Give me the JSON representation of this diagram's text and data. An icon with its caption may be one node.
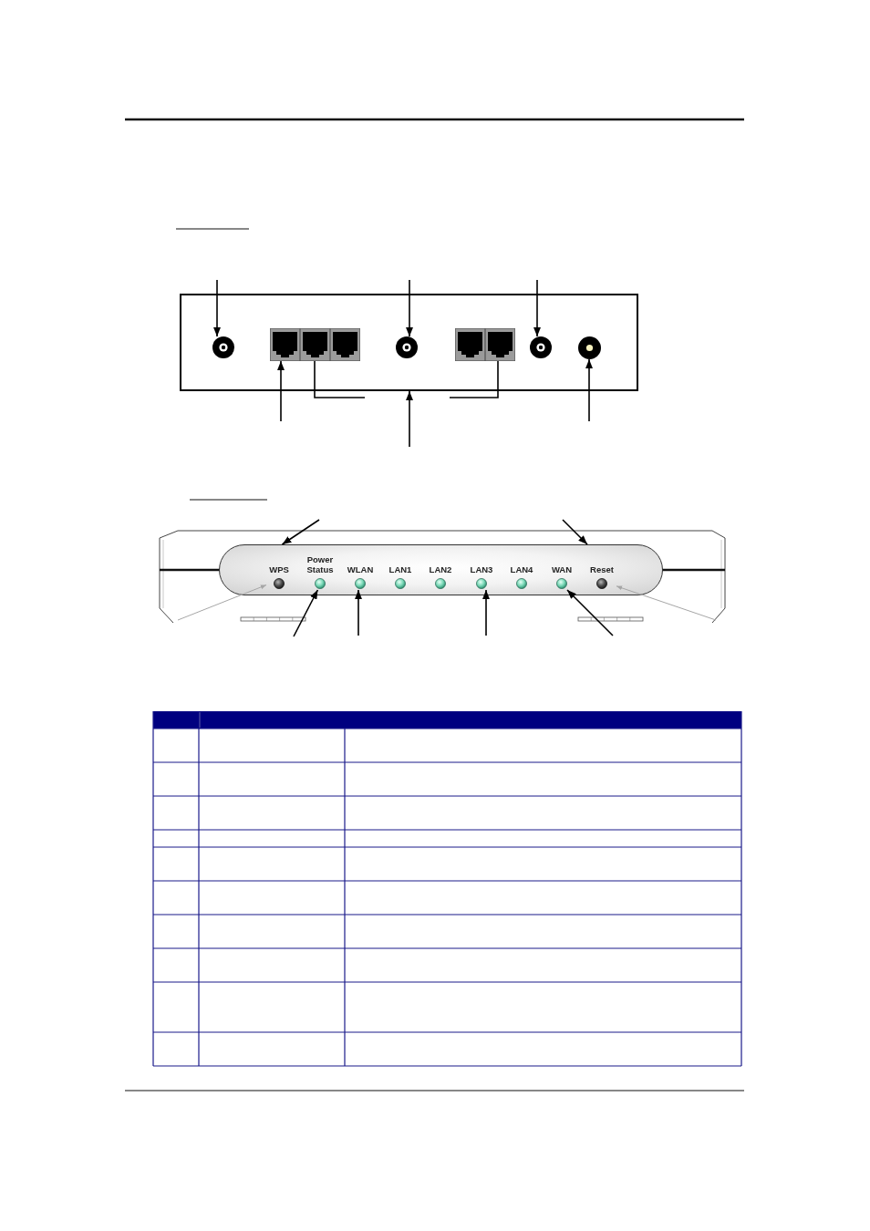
{
  "diagram": {
    "nodes": [
      {
        "text": [],
        "shape": "box"
      },
      {
        "text": [],
        "shape": "circle",
        "in": 0
      },
      {
        "text": [],
        "shape": "box",
        "in": 0
      },
      {
        "text": [],
        "shape": "box",
        "in": 0
      },
      {
        "text": [],
        "shape": "box",
        "in": 0
      },
      {
        "text": [],
        "shape": "circle",
        "in": 0
      },
      {
        "text": [],
        "shape": "box",
        "in": 0
      },
      {
        "text": [],
        "shape": "box",
        "in": 0
      },
      {
        "text": [],
        "shape": "circle",
        "in": 0
      },
      {
        "text": [],
        "shape": "circle",
        "in": 0
      },
      {
        "text": [],
        "shape": "box"
      },
      {
        "text": [
          "WPS"
        ],
        "in": 10
      },
      {
        "text": [
          "Power Status"
        ],
        "in": 10
      },
      {
        "text": [
          "WLAN"
        ],
        "in": 10
      },
      {
        "text": [
          "LAN1"
        ],
        "in": 10
      },
      {
        "text": [
          "LAN2"
        ],
        "in": 10
      },
      {
        "text": [
          "LAN3"
        ],
        "in": 10
      },
      {
        "text": [
          "LAN4"
        ],
        "in": 10
      },
      {
        "text": [
          "WAN"
        ],
        "in": 10
      },
      {
        "text": [
          "Reset"
        ],
        "in": 10
      }
    ],
    "edges": [
      {
        "from": null,
        "to": 1,
        "arrow": "to"
      },
      {
        "from": null,
        "to": 5,
        "arrow": "to"
      },
      {
        "from": null,
        "to": 8,
        "arrow": "to"
      },
      {
        "from": null,
        "to": 2,
        "arrow": "to"
      },
      {
        "from": null,
        "to": 3,
        "arrow": "none"
      },
      {
        "from": null,
        "to": 7,
        "arrow": "none"
      },
      {
        "from": null,
        "to": 0,
        "arrow": "to"
      },
      {
        "from": null,
        "to": 9,
        "arrow": "to"
      },
      {
        "from": null,
        "to": 10,
        "arrow": "to"
      },
      {
        "from": null,
        "to": 10,
        "arrow": "to"
      },
      {
        "from": null,
        "to": 11,
        "arrow": "to",
        "color": "#a6a6a6"
      },
      {
        "from": null,
        "to": 19,
        "arrow": "to",
        "color": "#a6a6a6"
      },
      {
        "from": null,
        "to": 12,
        "arrow": "to"
      },
      {
        "from": null,
        "to": 13,
        "arrow": "to"
      },
      {
        "from": null,
        "to": 16,
        "arrow": "to"
      },
      {
        "from": null,
        "to": 18,
        "arrow": "to"
      }
    ]
  }
}
